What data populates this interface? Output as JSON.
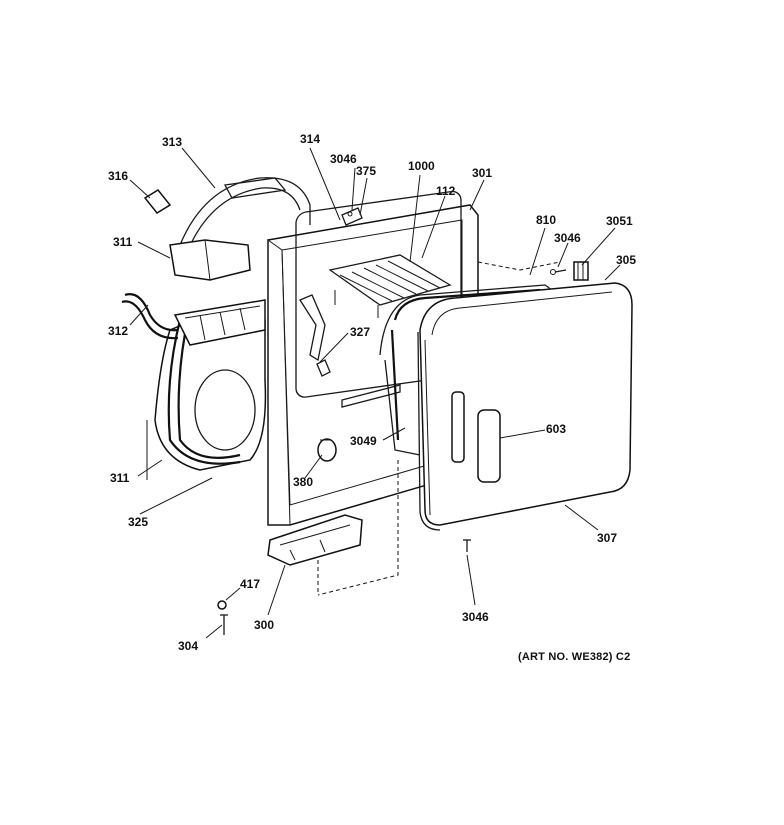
{
  "diagram": {
    "art_number": "(ART NO. WE382) C2",
    "callouts": {
      "c313": "313",
      "c314": "314",
      "c3046_top": "3046",
      "c375": "375",
      "c1000": "1000",
      "c301": "301",
      "c316": "316",
      "c112": "112",
      "c810": "810",
      "c3051": "3051",
      "c3046_right": "3046",
      "c305": "305",
      "c311_top": "311",
      "c312": "312",
      "c327": "327",
      "c603": "603",
      "c3049": "3049",
      "c311_bottom": "311",
      "c380": "380",
      "c325": "325",
      "c307": "307",
      "c417": "417",
      "c300": "300",
      "c304": "304",
      "c3046_bottom": "3046"
    }
  }
}
